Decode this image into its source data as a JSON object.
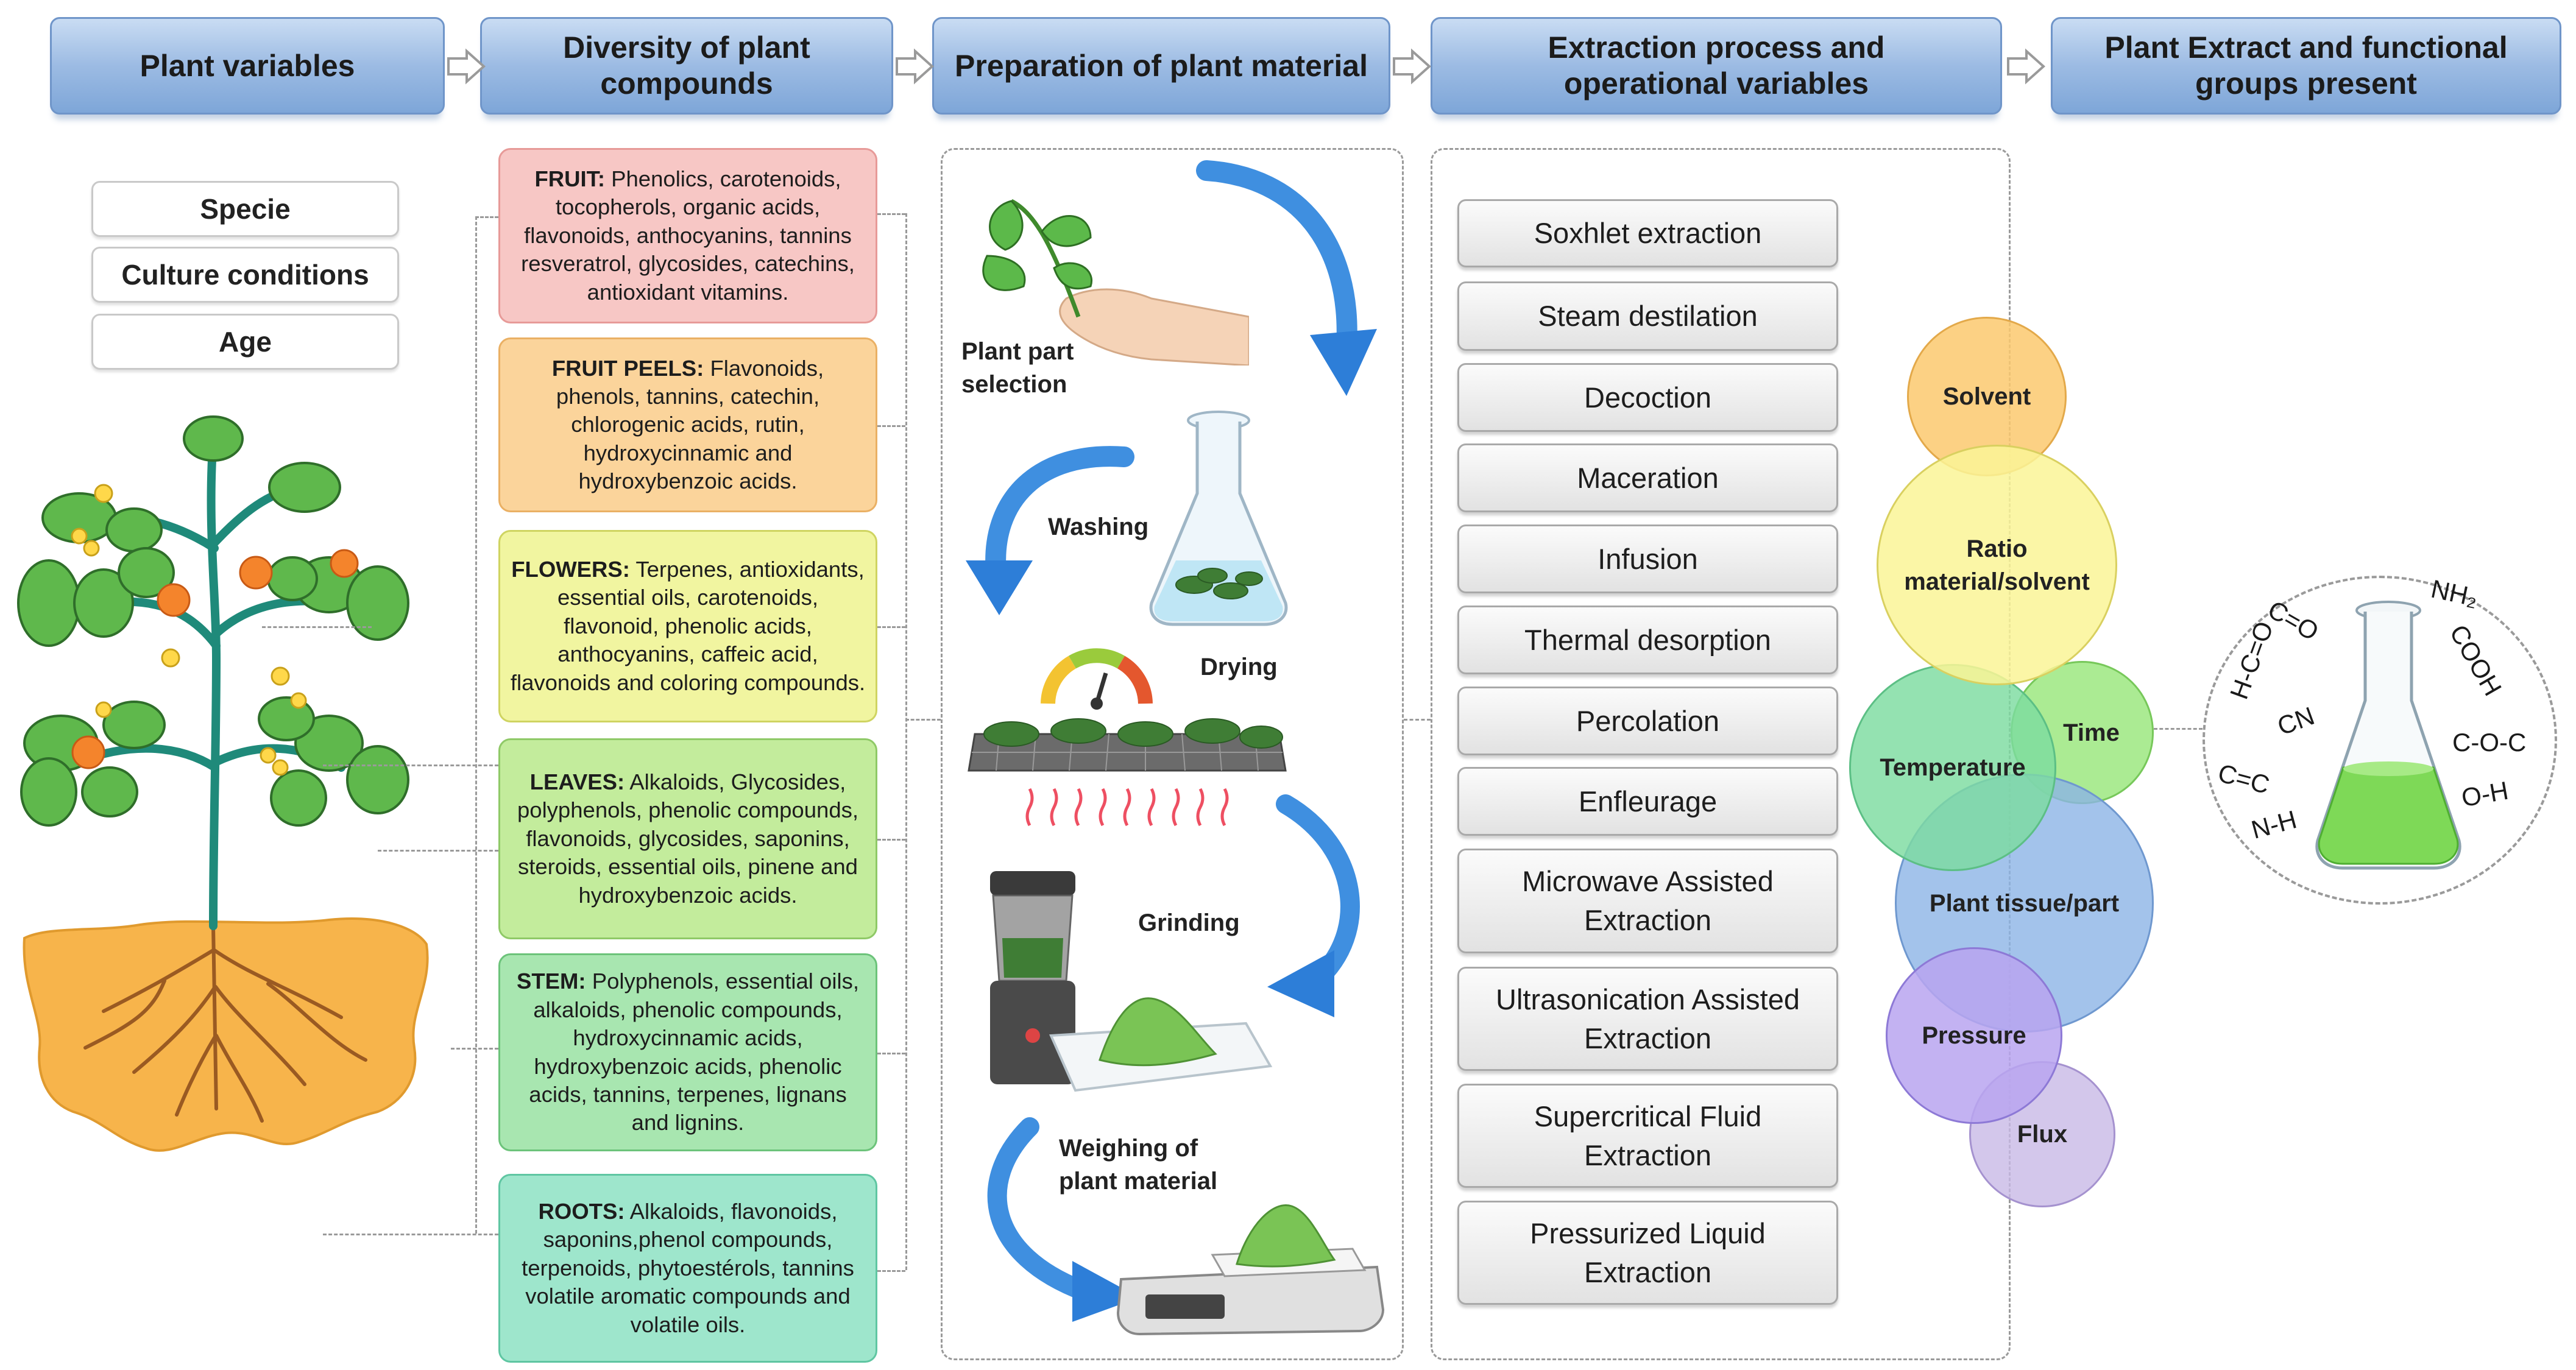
{
  "headers": [
    "Plant variables",
    "Diversity of plant compounds",
    "Preparation of plant material",
    "Extraction process and operational variables",
    "Plant Extract and functional groups present"
  ],
  "plant_variables": [
    "Specie",
    "Culture conditions",
    "Age"
  ],
  "compounds": [
    {
      "label": "FRUIT:",
      "text": "Phenolics, carotenoids, tocopherols, organic acids, flavonoids, anthocyanins, tannins resveratrol, glycosides, catechins, antioxidant vitamins."
    },
    {
      "label": "FRUIT PEELS:",
      "text": "Flavonoids, phenols, tannins, catechin, chlorogenic acids, rutin, hydroxycinnamic and hydroxybenzoic acids."
    },
    {
      "label": "FLOWERS:",
      "text": "Terpenes, antioxidants, essential oils, carotenoids, flavonoid, phenolic acids, anthocyanins, caffeic acid, flavonoids and coloring compounds."
    },
    {
      "label": "LEAVES:",
      "text": "Alkaloids, Glycosides, polyphenols, phenolic compounds, flavonoids, glycosides, saponins, steroids, essential oils, pinene and hydroxybenzoic acids."
    },
    {
      "label": "STEM:",
      "text": "Polyphenols, essential oils, alkaloids, phenolic compounds, hydroxycinnamic acids, hydroxybenzoic acids, phenolic acids, tannins, terpenes, lignans and lignins."
    },
    {
      "label": "ROOTS:",
      "text": "Alkaloids, flavonoids, saponins,phenol compounds, terpenoids, phytoestérols, tannins volatile aromatic compounds and volatile oils."
    }
  ],
  "preparation_steps": {
    "selection": "Plant part selection",
    "washing": "Washing",
    "drying": "Drying",
    "grinding": "Grinding",
    "weighing": "Weighing of plant material"
  },
  "extraction_methods": [
    "Soxhlet extraction",
    "Steam destilation",
    "Decoction",
    "Maceration",
    "Infusion",
    "Thermal desorption",
    "Percolation",
    "Enfleurage",
    "Microwave Assisted Extraction",
    "Ultrasonication Assisted Extraction",
    "Supercritical Fluid Extraction",
    "Pressurized Liquid Extraction"
  ],
  "operational_variables": {
    "solvent": "Solvent",
    "ratio": "Ratio material/solvent",
    "temperature": "Temperature",
    "time": "Time",
    "tissue": "Plant tissue/part",
    "pressure": "Pressure",
    "flux": "Flux"
  },
  "functional_groups": {
    "c_o": "C=O",
    "nh2": "NH₂",
    "h_c_o": "H‑C=O",
    "cooh": "COOH",
    "cn": "CN",
    "coc": "C‑O‑C",
    "cc": "C=C",
    "oh": "O‑H",
    "nh": "N‑H"
  },
  "colors": {
    "header": "#9cbbe3",
    "fruit": "#f7c7c5",
    "fruit_peels": "#fbd49b",
    "flowers": "#f1f5a0",
    "leaves": "#c3ec9c",
    "stem": "#a8e6b0",
    "roots": "#9ee6cc",
    "extract_green": "#7ed957"
  }
}
